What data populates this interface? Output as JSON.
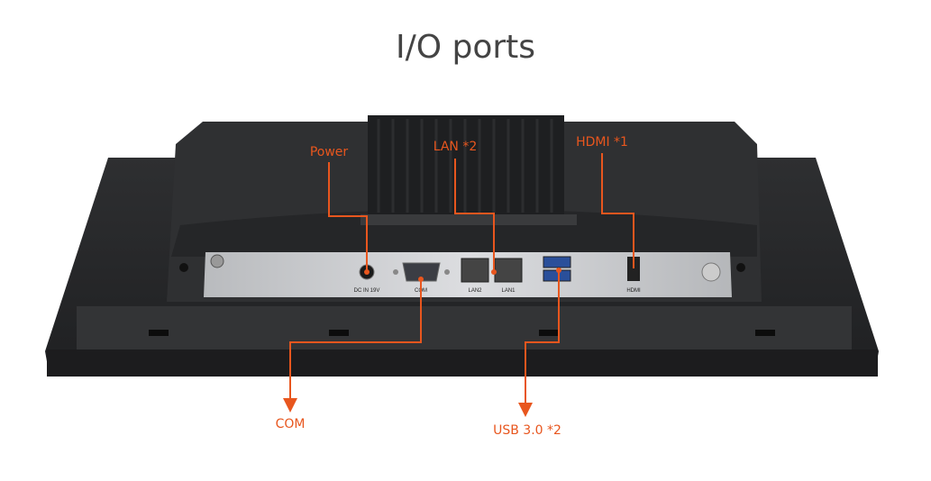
{
  "title": "I/O ports",
  "callouts": {
    "power": "Power",
    "lan": "LAN *2",
    "hdmi": "HDMI *1",
    "com": "COM",
    "usb": "USB 3.0 *2"
  },
  "port_labels": {
    "dc_in": "DC IN 19V",
    "com": "COM",
    "lan2": "LAN2",
    "lan1": "LAN1",
    "hdmi": "HDMI"
  },
  "colors": {
    "accent": "#e8561e",
    "title": "#444444"
  }
}
